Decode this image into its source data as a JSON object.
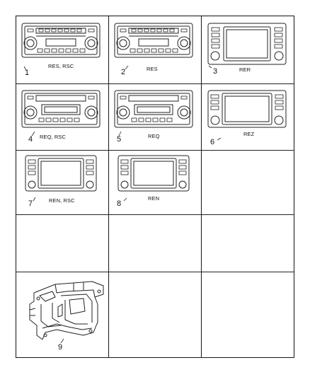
{
  "diagram": {
    "cells": [
      {
        "callout": "1",
        "code": "RES, RSC",
        "kind": "res"
      },
      {
        "callout": "2",
        "code": "RES",
        "kind": "res"
      },
      {
        "callout": "3",
        "code": "RER",
        "kind": "touch-wide"
      },
      {
        "callout": "4",
        "code": "REQ, RSC",
        "kind": "req"
      },
      {
        "callout": "5",
        "code": "REQ",
        "kind": "req"
      },
      {
        "callout": "6",
        "code": "REZ",
        "kind": "touch-wide"
      },
      {
        "callout": "7",
        "code": "REN, RSC",
        "kind": "touch-narrow"
      },
      {
        "callout": "8",
        "code": "REN",
        "kind": "touch-narrow"
      },
      {
        "callout": "",
        "code": "",
        "kind": "empty"
      },
      {
        "callout": "",
        "code": "",
        "kind": "empty"
      },
      {
        "callout": "",
        "code": "",
        "kind": "empty"
      },
      {
        "callout": "",
        "code": "",
        "kind": "empty"
      },
      {
        "callout": "9",
        "code": "",
        "kind": "bracket"
      },
      {
        "callout": "",
        "code": "",
        "kind": "empty"
      },
      {
        "callout": "",
        "code": "",
        "kind": "empty"
      }
    ]
  }
}
